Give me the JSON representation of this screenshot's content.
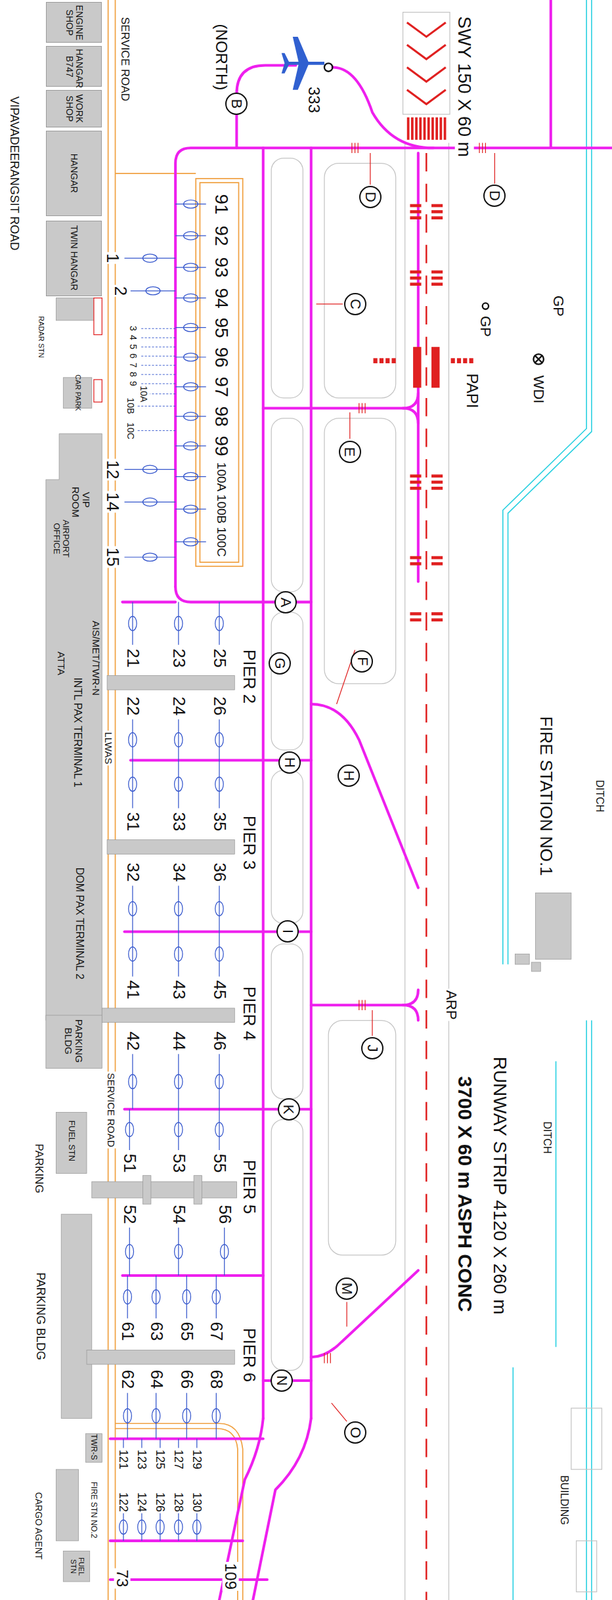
{
  "diagram": {
    "nodes": [
      {
        "text": [
          "ENGINE SHOP"
        ]
      },
      {
        "text": [
          "HANGAR B747"
        ]
      },
      {
        "text": [
          "WORK SHOP"
        ]
      },
      {
        "text": [
          "HANGAR"
        ]
      },
      {
        "text": [
          "TWIN HANGAR"
        ]
      },
      {
        "text": [
          "B"
        ]
      },
      {
        "text": [
          "D"
        ]
      },
      {
        "text": [
          "D"
        ]
      },
      {
        "text": [
          "C"
        ]
      },
      {
        "text": [
          "E"
        ]
      },
      {
        "text": [
          "A"
        ]
      },
      {
        "text": [
          "G"
        ]
      },
      {
        "text": [
          "F"
        ]
      },
      {
        "text": [
          "H"
        ]
      },
      {
        "text": [
          "H"
        ]
      },
      {
        "text": [
          "I"
        ]
      },
      {
        "text": [
          "J"
        ]
      },
      {
        "text": [
          "K"
        ]
      },
      {
        "text": [
          "M"
        ]
      },
      {
        "text": [
          "N"
        ]
      },
      {
        "text": [
          "O"
        ]
      }
    ],
    "labels": [
      "VIPAVADEERANGSIT ROAD",
      "SERVICE ROAD",
      "(NORTH)",
      "333",
      "SWY 150 X 60 m",
      "GP",
      "GP",
      "WDI",
      "PAPI",
      "RADAR STN",
      "CAR PARK",
      "1",
      "2",
      "3",
      "4",
      "5",
      "6",
      "7",
      "8",
      "9",
      "10A",
      "10B",
      "10C",
      "91",
      "92",
      "93",
      "94",
      "95",
      "96",
      "97",
      "98",
      "99",
      "100A",
      "100B",
      "100C",
      "12",
      "14",
      "15",
      "VIP ROOM",
      "AIRPORT OFFICE",
      "AIS/MET/TWR-N",
      "ATTA",
      "INTL PAX TERMINAL 1",
      "LLWAS",
      "DOM PAX TERMINAL 2",
      "PARKING BLDG",
      "SERVICE ROAD",
      "FUEL STN",
      "PARKING",
      "PARKING BLDG",
      "TWR-S",
      "FIRE STN NO.2",
      "CARGO AGENT",
      "FUEL STN",
      "21",
      "23",
      "25",
      "PIER 2",
      "22",
      "24",
      "26",
      "31",
      "33",
      "35",
      "PIER 3",
      "32",
      "34",
      "36",
      "41",
      "43",
      "45",
      "PIER 4",
      "42",
      "44",
      "46",
      "51",
      "53",
      "55",
      "PIER 5",
      "52",
      "54",
      "56",
      "61",
      "63",
      "65",
      "67",
      "PIER 6",
      "62",
      "64",
      "66",
      "68",
      "121",
      "123",
      "125",
      "127",
      "129",
      "122",
      "124",
      "126",
      "128",
      "130",
      "73",
      "109",
      "FIRE STATION NO.1",
      "DITCH",
      "ARP",
      "RUNWAY STRIP 4120 X 260 m",
      "3700 X 60 m ASPH CONC",
      "DITCH",
      "BUILDING"
    ]
  }
}
